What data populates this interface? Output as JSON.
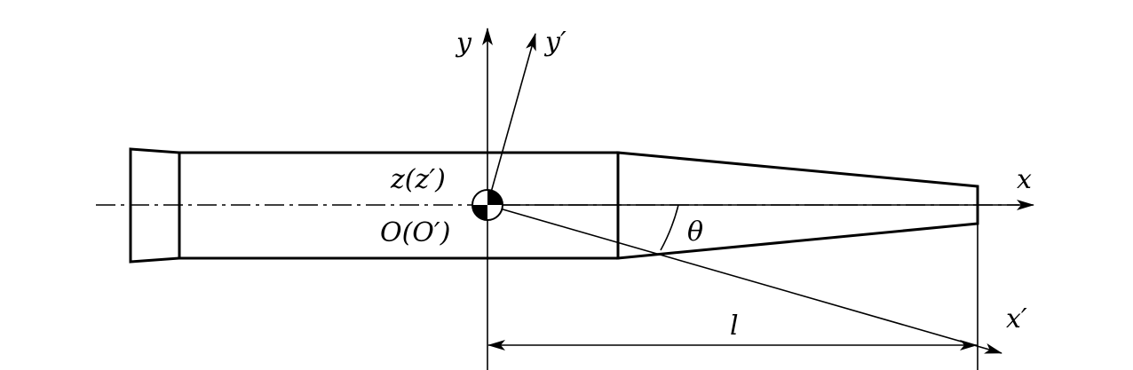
{
  "labels": {
    "y_axis": "y",
    "y_prime_axis": "y′",
    "x_axis": "x",
    "x_prime_axis": "x′",
    "z_axis": "z(z′)",
    "origin": "O(O′)",
    "angle": "θ",
    "length": "l"
  },
  "colors": {
    "stroke": "#000000",
    "background": "#ffffff"
  }
}
